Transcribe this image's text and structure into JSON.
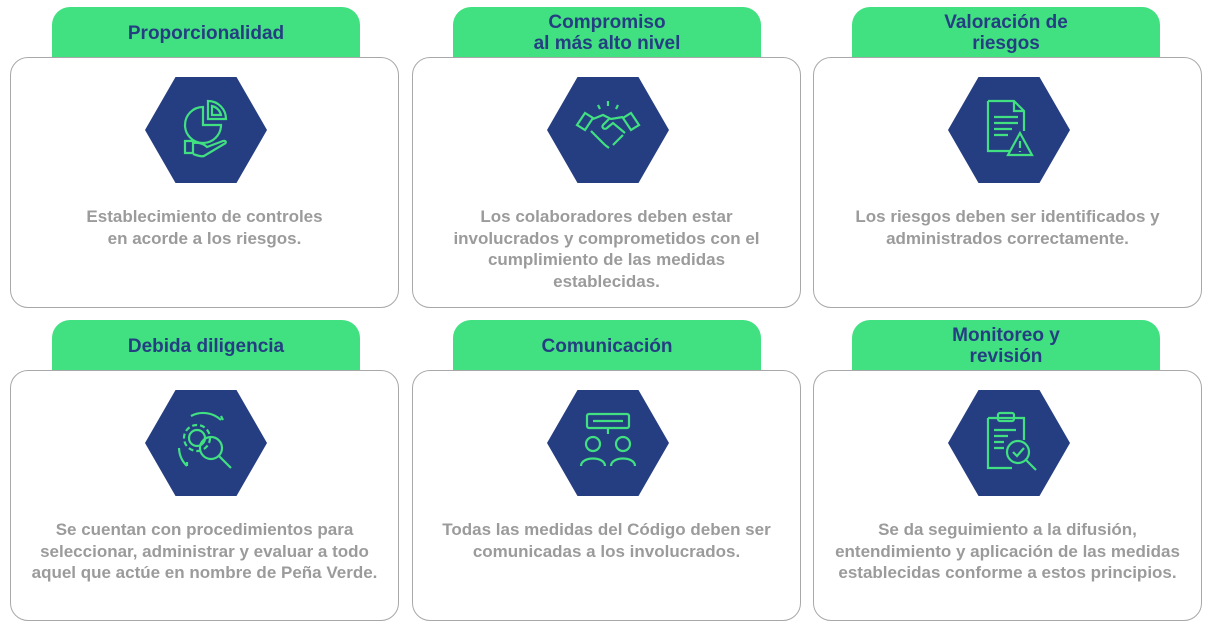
{
  "colors": {
    "tab": "#41E080",
    "hexagon": "#253E82",
    "icon": "#41E080",
    "text": "#9b9b9b"
  },
  "principles": [
    {
      "title": "Proporcionalidad",
      "icon": "pie-chart-hand-icon",
      "description": "Establecimiento de controles\nen acorde a los riesgos."
    },
    {
      "title": "Compromiso\nal más alto nivel",
      "icon": "handshake-icon",
      "description": "Los colaboradores deben estar involucrados y comprometidos con el cumplimiento de las medidas establecidas."
    },
    {
      "title": "Valoración de\nriesgos",
      "icon": "document-warning-icon",
      "description": "Los riesgos deben ser identificados y administrados correctamente."
    },
    {
      "title": "Debida diligencia",
      "icon": "gear-magnifier-icon",
      "description": "Se cuentan con procedimientos para seleccionar, administrar y evaluar a todo aquel que actúe en nombre de Peña Verde."
    },
    {
      "title": "Comunicación",
      "icon": "people-message-icon",
      "description": "Todas las medidas del Código deben ser comunicadas a los involucrados."
    },
    {
      "title": "Monitoreo y\nrevisión",
      "icon": "clipboard-check-icon",
      "description": "Se da seguimiento a la difusión, entendimiento y aplicación de las medidas establecidas conforme a estos principios."
    }
  ]
}
